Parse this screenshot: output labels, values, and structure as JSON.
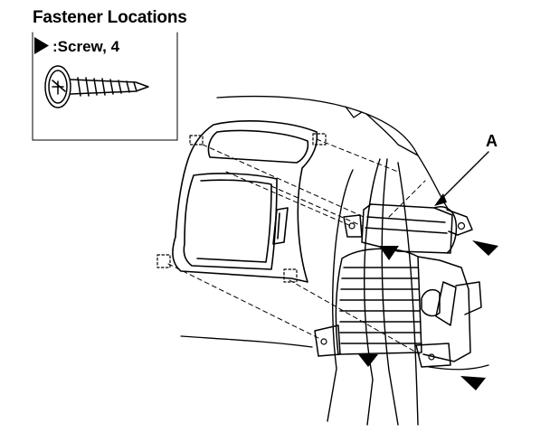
{
  "title": "Fastener Locations",
  "legend": {
    "symbol_icon": "triangle-pointer-icon",
    "label": ":Screw, 4"
  },
  "callouts": {
    "a": "A"
  },
  "colors": {
    "ink": "#000000",
    "paper": "#ffffff"
  }
}
